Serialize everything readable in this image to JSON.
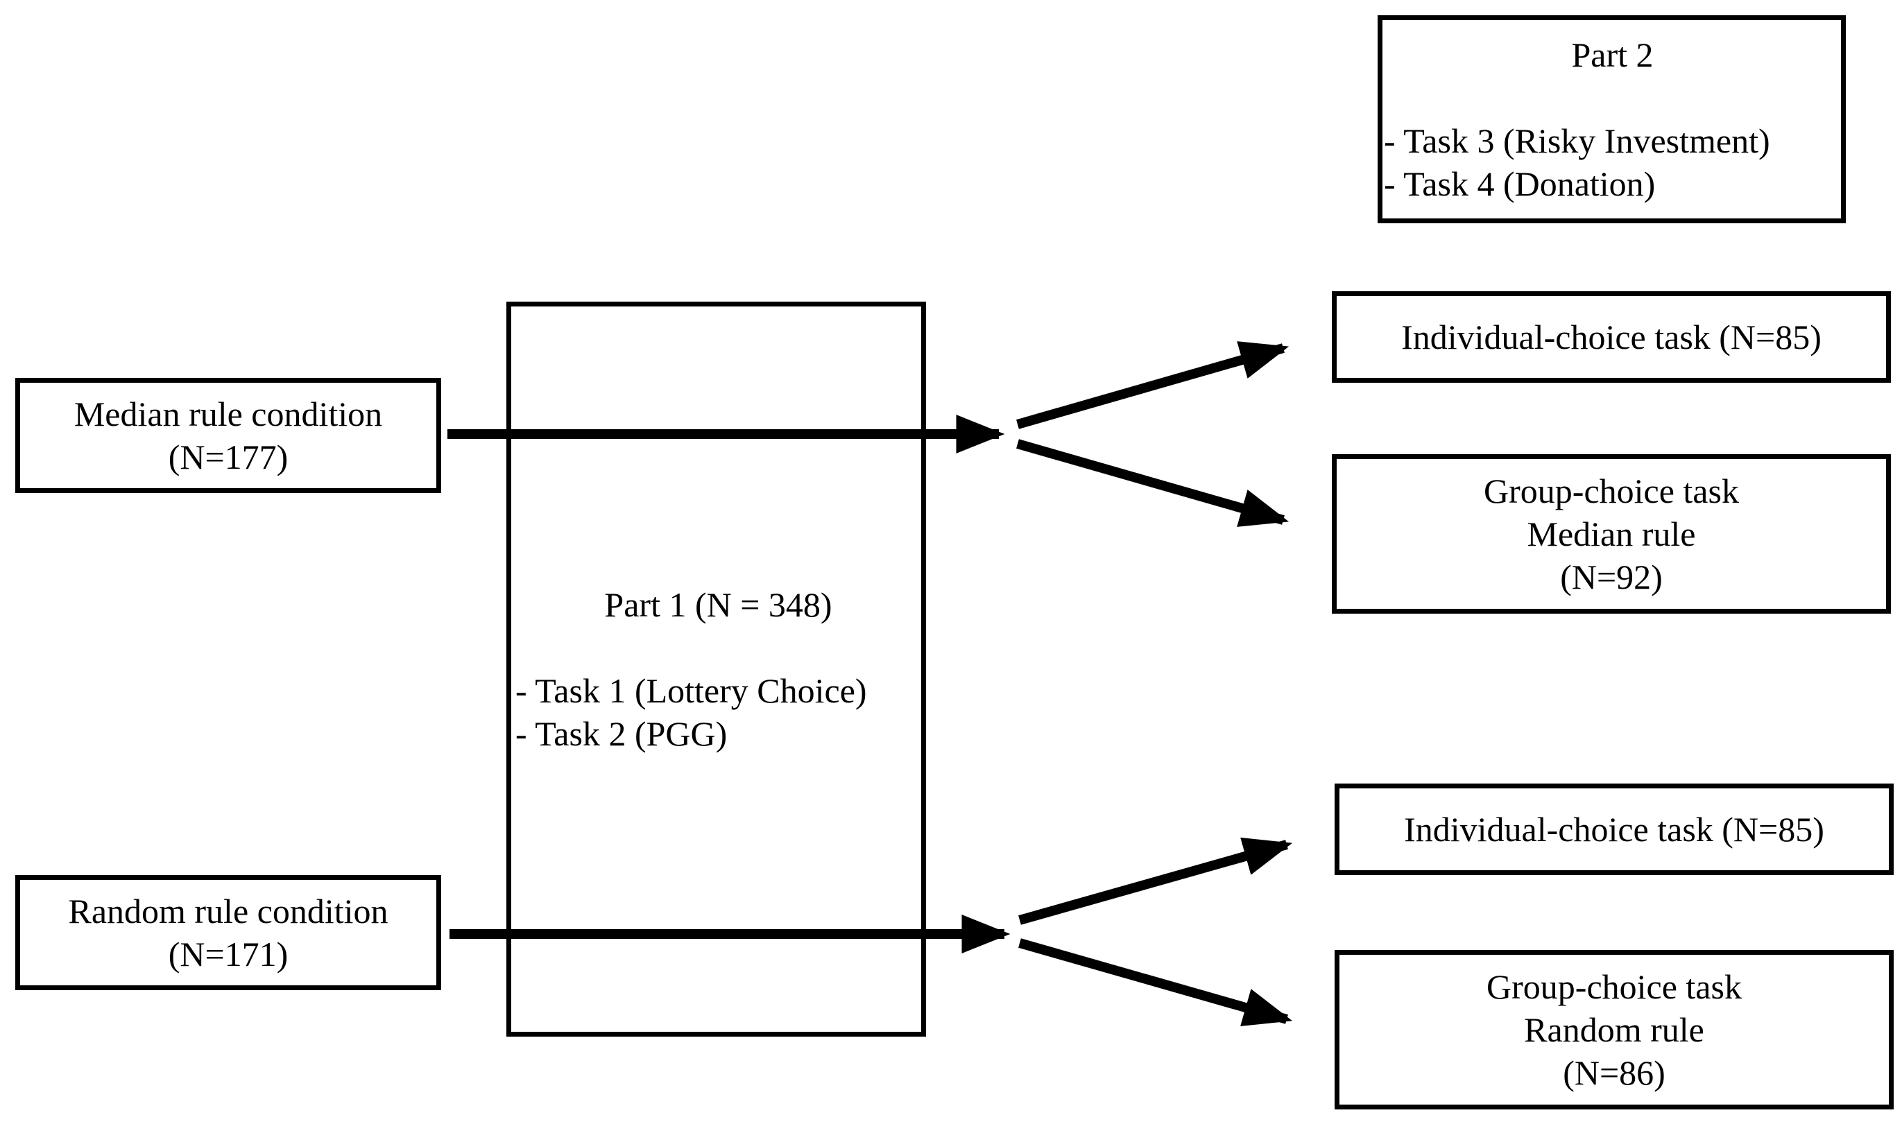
{
  "diagram": {
    "median_condition": {
      "line1": "Median rule condition",
      "line2": "(N=177)"
    },
    "random_condition": {
      "line1": "Random rule condition",
      "line2": "(N=171)"
    },
    "part1": {
      "title": "Part 1 (N = 348)",
      "task1": "- Task 1 (Lottery Choice)",
      "task2": "- Task 2 (PGG)"
    },
    "part2": {
      "title": "Part 2",
      "task3": "- Task 3 (Risky Investment)",
      "task4": "- Task 4 (Donation)"
    },
    "median_individual": {
      "line1": "Individual-choice task (N=85)"
    },
    "median_group": {
      "line1": "Group-choice task",
      "line2": "Median rule",
      "line3": "(N=92)"
    },
    "random_individual": {
      "line1": "Individual-choice task (N=85)"
    },
    "random_group": {
      "line1": "Group-choice task",
      "line2": "Random rule",
      "line3": "(N=86)"
    }
  }
}
